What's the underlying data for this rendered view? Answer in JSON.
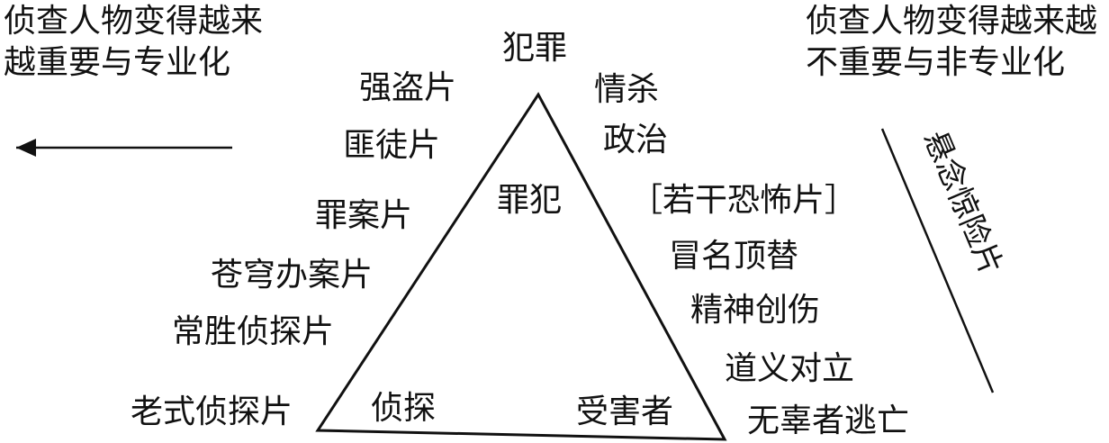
{
  "top_left_note": {
    "line1": "侦查人物变得越来",
    "line2": "越重要与专业化"
  },
  "top_right_note": {
    "line1": "侦查人物变得越来越",
    "line2": "不重要与非专业化"
  },
  "apex_label": "犯罪",
  "triangle": {
    "top_inner": "罪犯",
    "bottom_left_inner": "侦探",
    "bottom_right_inner": "受害者"
  },
  "left_items": [
    "强盗片",
    "匪徒片",
    "罪案片",
    "苍穹办案片",
    "常胜侦探片",
    "老式侦探片"
  ],
  "right_items": [
    "情杀",
    "政治",
    "［若干恐怖片］",
    "冒名顶替",
    "精神创伤",
    "道义对立",
    "无辜者逃亡"
  ],
  "side_label": "悬念惊险片"
}
